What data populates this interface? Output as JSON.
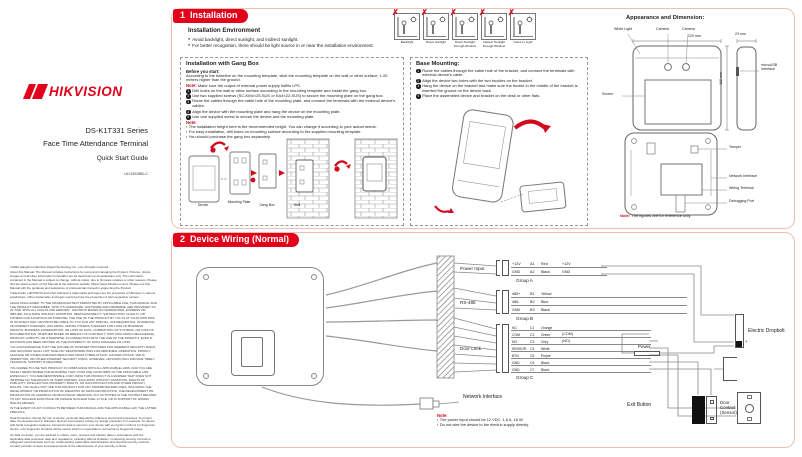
{
  "colors": {
    "accent": "#E2001A",
    "frame_border": "#EEC0AE",
    "wire_line": "#888888"
  },
  "sidebar": {
    "logo": "HIKVISION",
    "series": "DS-K1T331 Series",
    "product": "Face Time Attendance Terminal",
    "doc_type": "Quick Start Guide",
    "doc_code": "UD15538B-C",
    "legal": [
      "©2020 Hangzhou Hikvision Digital Technology Co., Ltd. All rights reserved.",
      "About this Manual: The Manual includes instructions for using and managing the Product. Pictures, charts, images and all other information hereinafter are for description and explanation only. The information contained in the Manual is subject to change, without notice, due to firmware updates or other reasons. Please find the latest version of this Manual at the Hikvision website (https://www.hikvision.com/). Please use this Manual with the guidance and assistance of professionals trained in supporting the Product.",
      "Trademarks: HIKVISION and other Hikvision's trademarks and logos are the properties of Hikvision in various jurisdictions. Other trademarks and logos mentioned are the properties of their respective owners.",
      "LEGAL DISCLAIMER: TO THE MAXIMUM EXTENT PERMITTED BY APPLICABLE LAW, THIS MANUAL AND THE PRODUCT DESCRIBED, WITH ITS HARDWARE, SOFTWARE AND FIRMWARE, ARE PROVIDED \"AS IS\" AND \"WITH ALL FAULTS AND ERRORS\". HIKVISION MAKES NO WARRANTIES, EXPRESS OR IMPLIED, INCLUDING WITHOUT LIMITATION, MERCHANTABILITY, SATISFACTORY QUALITY, OR FITNESS FOR A PARTICULAR PURPOSE. THE USE OF THE PRODUCT BY YOU IS AT YOUR OWN RISK. IN NO EVENT WILL HIKVISION BE LIABLE TO YOU FOR ANY SPECIAL, CONSEQUENTIAL, INCIDENTAL, OR INDIRECT DAMAGES, INCLUDING, AMONG OTHERS, DAMAGES FOR LOSS OF BUSINESS PROFITS, BUSINESS INTERRUPTION, OR LOSS OF DATA, CORRUPTION OF SYSTEMS, OR LOSS OF DOCUMENTATION, WHETHER BASED ON BREACH OF CONTRACT, TORT (INCLUDING NEGLIGENCE), PRODUCT LIABILITY, OR OTHERWISE, IN CONNECTION WITH THE USE OF THE PRODUCT, EVEN IF HIKVISION HAS BEEN ADVISED OF THE POSSIBILITY OF SUCH DAMAGES OR LOSS.",
      "YOU ACKNOWLEDGE THAT THE NATURE OF INTERNET PROVIDES FOR INHERENT SECURITY RISKS, AND HIKVISION SHALL NOT TAKE ANY RESPONSIBILITIES FOR ABNORMAL OPERATION, PRIVACY LEAKAGE OR OTHER DAMAGES RESULTING FROM CYBER-ATTACK, HACKER ATTACK, VIRUS INSPECTION, OR OTHER INTERNET SECURITY RISKS; HOWEVER, HIKVISION WILL PROVIDE TIMELY TECHNICAL SUPPORT IF REQUIRED.",
      "YOU AGREE TO USE THIS PRODUCT IN COMPLIANCE WITH ALL APPLICABLE LAWS, AND YOU ARE SOLELY RESPONSIBLE FOR ENSURING THAT YOUR USE CONFORMS TO THE APPLICABLE LAW. ESPECIALLY, YOU ARE RESPONSIBLE, FOR USING THIS PRODUCT IN A MANNER THAT DOES NOT INFRINGE ON THE RIGHTS OF THIRD PARTIES, INCLUDING WITHOUT LIMITATION, RIGHTS OF PUBLICITY, INTELLECTUAL PROPERTY RIGHTS, OR DATA PROTECTION AND OTHER PRIVACY RIGHTS. YOU SHALL NOT USE THIS PRODUCT FOR ANY PROHIBITED END-USES, INCLUDING THE DEVELOPMENT OR PRODUCTION OF WEAPONS OF MASS DESTRUCTION, THE DEVELOPMENT OR PRODUCTION OF CHEMICAL OR BIOLOGICAL WEAPONS, ANY ACTIVITIES IN THE CONTEXT RELATED TO ANY NUCLEAR EXPLOSIVE OR UNSAFE NUCLEAR FUEL-CYCLE, OR IN SUPPORT OF HUMAN RIGHTS ABUSES.",
      "IN THE EVENT OF ANY CONFLICTS BETWEEN THIS MANUAL AND THE APPLICABLE LAW, THE LATTER PREVAILS.",
      "Data Protection: During the use of device, personal data will be collected, stored and processed. To protect data, the development of Hikvision devices incorporates privacy by design principles. For example, for device with facial recognition features, biometrics data is stored in your device with encryption method; for fingerprint device, only fingerprint template will be saved, which is impossible to reconstruct a fingerprint image.",
      "As data controller, you are advised to collect, store, process and transfer data in accordance with the applicable data protection laws and regulations, including without limitation, conducting security controls to safeguard personal data, such as, implementing reasonable administrative and physical security controls, conduct periodic reviews and assessments of the effectiveness of your security controls."
    ]
  },
  "section1": {
    "badge_num": "1",
    "badge_label": "Installation",
    "environment": {
      "title": "Installation Environment",
      "bullets": [
        "Avoid backlight, direct sunlight, and indirect sunlight.",
        "For better recognition, there should be light source in or near the installation environment."
      ],
      "icons": [
        {
          "caption": "Backlight"
        },
        {
          "caption": "Direct Sunlight"
        },
        {
          "caption": "Direct Sunlight through Window"
        },
        {
          "caption": "Indirect Sunlight through Window"
        },
        {
          "caption": "Close to Light"
        }
      ]
    },
    "gangbox": {
      "title": "Installation with Gang Box",
      "before_title": "Before you start:",
      "before_text": "According to the baseline on the mounting template, stick the mounting template on the wall or other surface, 1.05 meters higher than the ground.",
      "note_label": "Note:",
      "note_inline": "Make sure the output of external power supply fulfills LPS.",
      "steps": [
        "Drill holes on the wall or other surface according to the mounting template and install the gang box.",
        "Use two supplied screws (SC-KM4×25-SUS or KA4×22-SUS) to secure the mounting plate on the gang box.",
        "Route the cables through the cable hole of the mounting plate, and connect the terminals with the external device's cables.",
        "Align the device with the mounting plate and hang the device on the mounting plate.",
        "Use one supplied screw to secure the device and the mounting plate."
      ],
      "notes_label": "Note:",
      "notes": [
        "The installation height here is the recommended height. You can change it according to your actual needs.",
        "For easy installation, drill holes on mounting surface according to the supplied mounting template.",
        "You should purchase the gang box separately."
      ],
      "figure_labels": {
        "device": "Device",
        "plate": "Mounting Plate",
        "gangbox": "Gang Box",
        "wall": "Wall"
      }
    },
    "base_mounting": {
      "title": "Base Mounting:",
      "steps": [
        "Route the cables through the cable hole of the bracket, and connect the terminals with external device's cable.",
        "Align the device two holes with the two buckles on the bracket.",
        "Hang the device on the bracket and make sure the buckle in the middle of the bracket is inserted the groove on the device back.",
        "Place the assembled device and bracket on the desk or other flats."
      ]
    },
    "appearance": {
      "title": "Appearance and Dimension:",
      "white_light": "White Light",
      "camera1": "Camera",
      "camera2": "Camera",
      "screen": "Screen",
      "dim_width": "120 mm",
      "dim_height": "118 mm",
      "dim_depth": "23 mm",
      "usb": "microUSB Interface",
      "back_labels": [
        "Tamper",
        "Network Interface",
        "Wiring Terminal",
        "Debugging Port"
      ],
      "note_label": "Note:",
      "note": "The figures are for reference only."
    }
  },
  "section2": {
    "badge_num": "2",
    "badge_label": "Device Wiring (Normal)",
    "groups": [
      {
        "label": "Power Input",
        "group": "Group A",
        "wires": [
          {
            "pin": "+12V",
            "id": "A1",
            "color": "Red",
            "tag": "+12V"
          },
          {
            "pin": "GND",
            "id": "A2",
            "color": "Black",
            "tag": "GND"
          }
        ]
      },
      {
        "label": "RS-485",
        "group": "Group B",
        "wires": [
          {
            "pin": "485+",
            "id": "B1",
            "color": "Yellow",
            "tag": ""
          },
          {
            "pin": "485-",
            "id": "B2",
            "color": "Blue",
            "tag": ""
          },
          {
            "pin": "GND",
            "id": "B3",
            "color": "Black",
            "tag": ""
          }
        ]
      },
      {
        "label": "Door Lock",
        "group": "Group C",
        "wires": [
          {
            "pin": "NC",
            "id": "C1",
            "color": "Orange",
            "tag": ""
          },
          {
            "pin": "COM",
            "id": "C2",
            "color": "Green",
            "tag": "(COM)"
          },
          {
            "pin": "NO",
            "id": "C3",
            "color": "Grey",
            "tag": "(NO)"
          },
          {
            "pin": "SENSOR",
            "id": "C4",
            "color": "White",
            "tag": ""
          },
          {
            "pin": "BTN",
            "id": "C5",
            "color": "Purple",
            "tag": ""
          },
          {
            "pin": "GND",
            "id": "C6",
            "color": "Black",
            "tag": ""
          },
          {
            "pin": "GND",
            "id": "C7",
            "color": "Black",
            "tag": ""
          }
        ]
      }
    ],
    "components": {
      "electric_dropbolt": "Electric Dropbolt",
      "power": "Power",
      "plus": "+",
      "exit_button": "Exit Button",
      "door_contact": "Door Contact (Sensor)",
      "network": "Network Interface"
    },
    "note_label": "Note:",
    "notes": [
      "The power input should be 12 VDC, 1.5 A, 18 W.",
      "Do not wire the device to the electric supply directly."
    ]
  }
}
